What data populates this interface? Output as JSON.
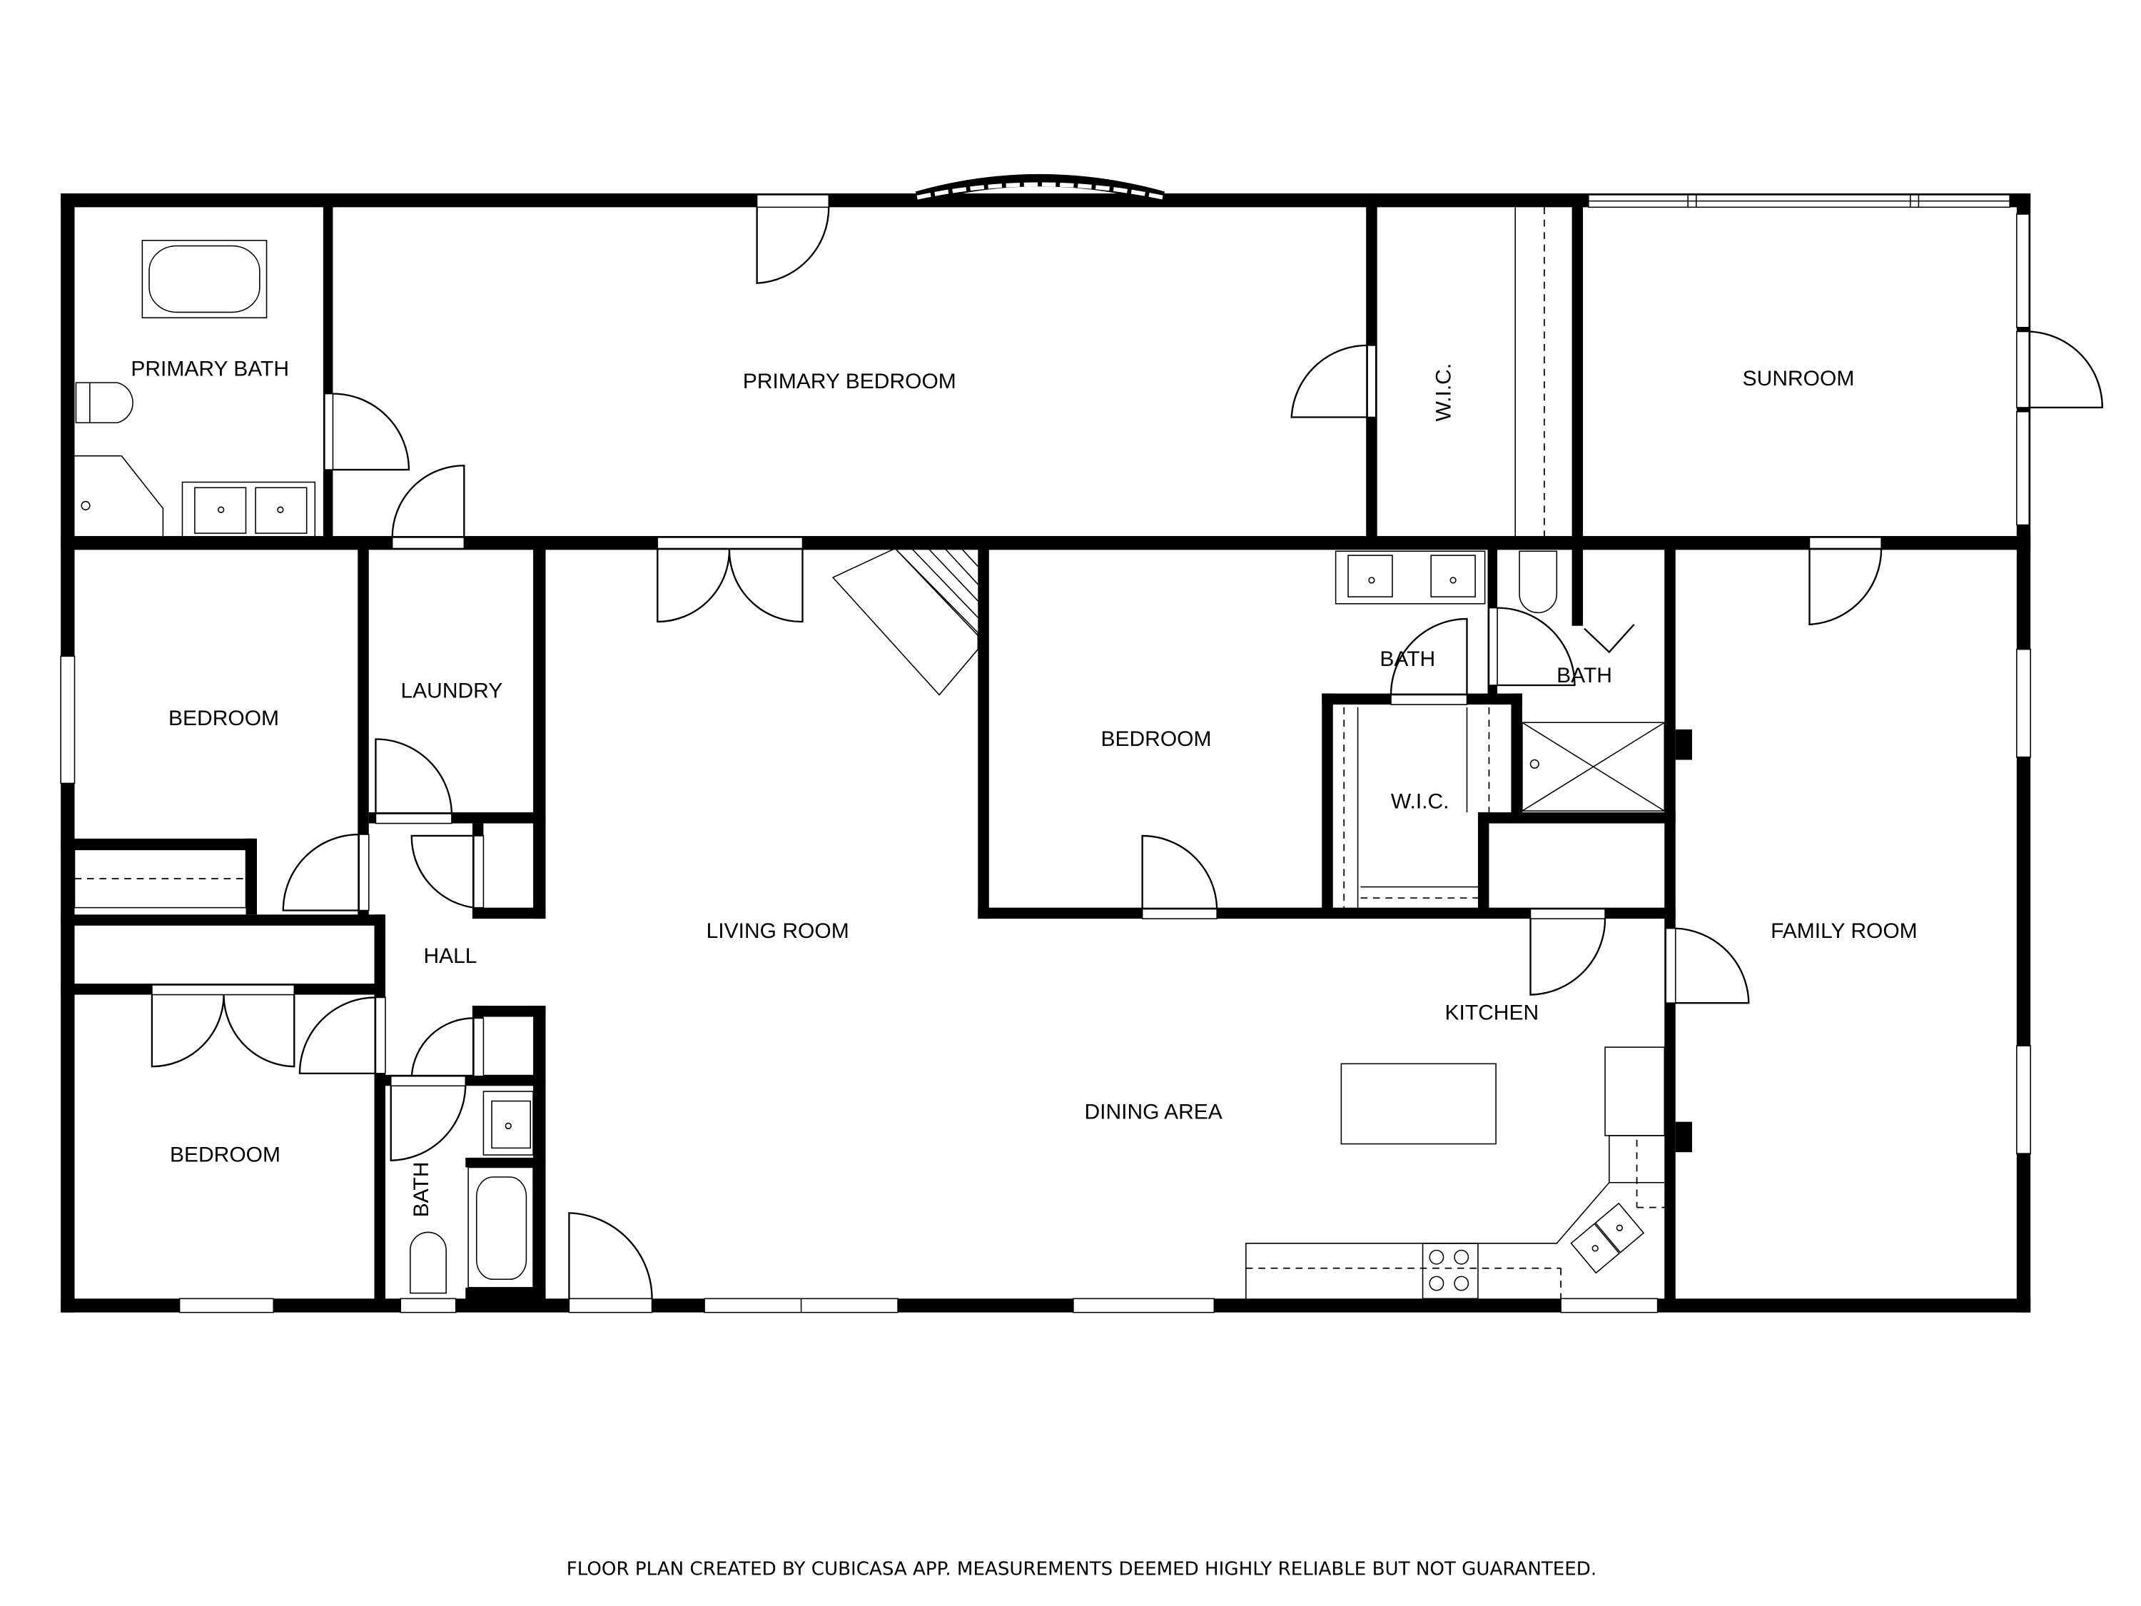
{
  "floor_plan": {
    "rooms": [
      {
        "id": "primary-bath",
        "label": "PRIMARY BATH"
      },
      {
        "id": "primary-bedroom",
        "label": "PRIMARY BEDROOM"
      },
      {
        "id": "wic-primary",
        "label": "W.I.C."
      },
      {
        "id": "sunroom",
        "label": "SUNROOM"
      },
      {
        "id": "bedroom-1",
        "label": "BEDROOM"
      },
      {
        "id": "laundry",
        "label": "LAUNDRY"
      },
      {
        "id": "bedroom-2",
        "label": "BEDROOM"
      },
      {
        "id": "bath-1",
        "label": "BATH"
      },
      {
        "id": "bath-2",
        "label": "BATH"
      },
      {
        "id": "wic-2",
        "label": "W.I.C."
      },
      {
        "id": "hall",
        "label": "HALL"
      },
      {
        "id": "living-room",
        "label": "LIVING ROOM"
      },
      {
        "id": "kitchen",
        "label": "KITCHEN"
      },
      {
        "id": "family-room",
        "label": "FAMILY ROOM"
      },
      {
        "id": "bedroom-3",
        "label": "BEDROOM"
      },
      {
        "id": "bath-3",
        "label": "BATH"
      },
      {
        "id": "dining-area",
        "label": "DINING AREA"
      }
    ],
    "fixtures": [
      "bathtub-icon",
      "toilet-icon",
      "double-sink-icon",
      "shower-icon",
      "stove-icon",
      "kitchen-sink-icon",
      "kitchen-island",
      "staircase-icon",
      "bay-window"
    ],
    "colors": {
      "wall": "#000000",
      "background": "#ffffff"
    }
  },
  "footer": {
    "disclaimer": "FLOOR PLAN CREATED BY CUBICASA APP. MEASUREMENTS DEEMED HIGHLY RELIABLE BUT NOT GUARANTEED."
  }
}
